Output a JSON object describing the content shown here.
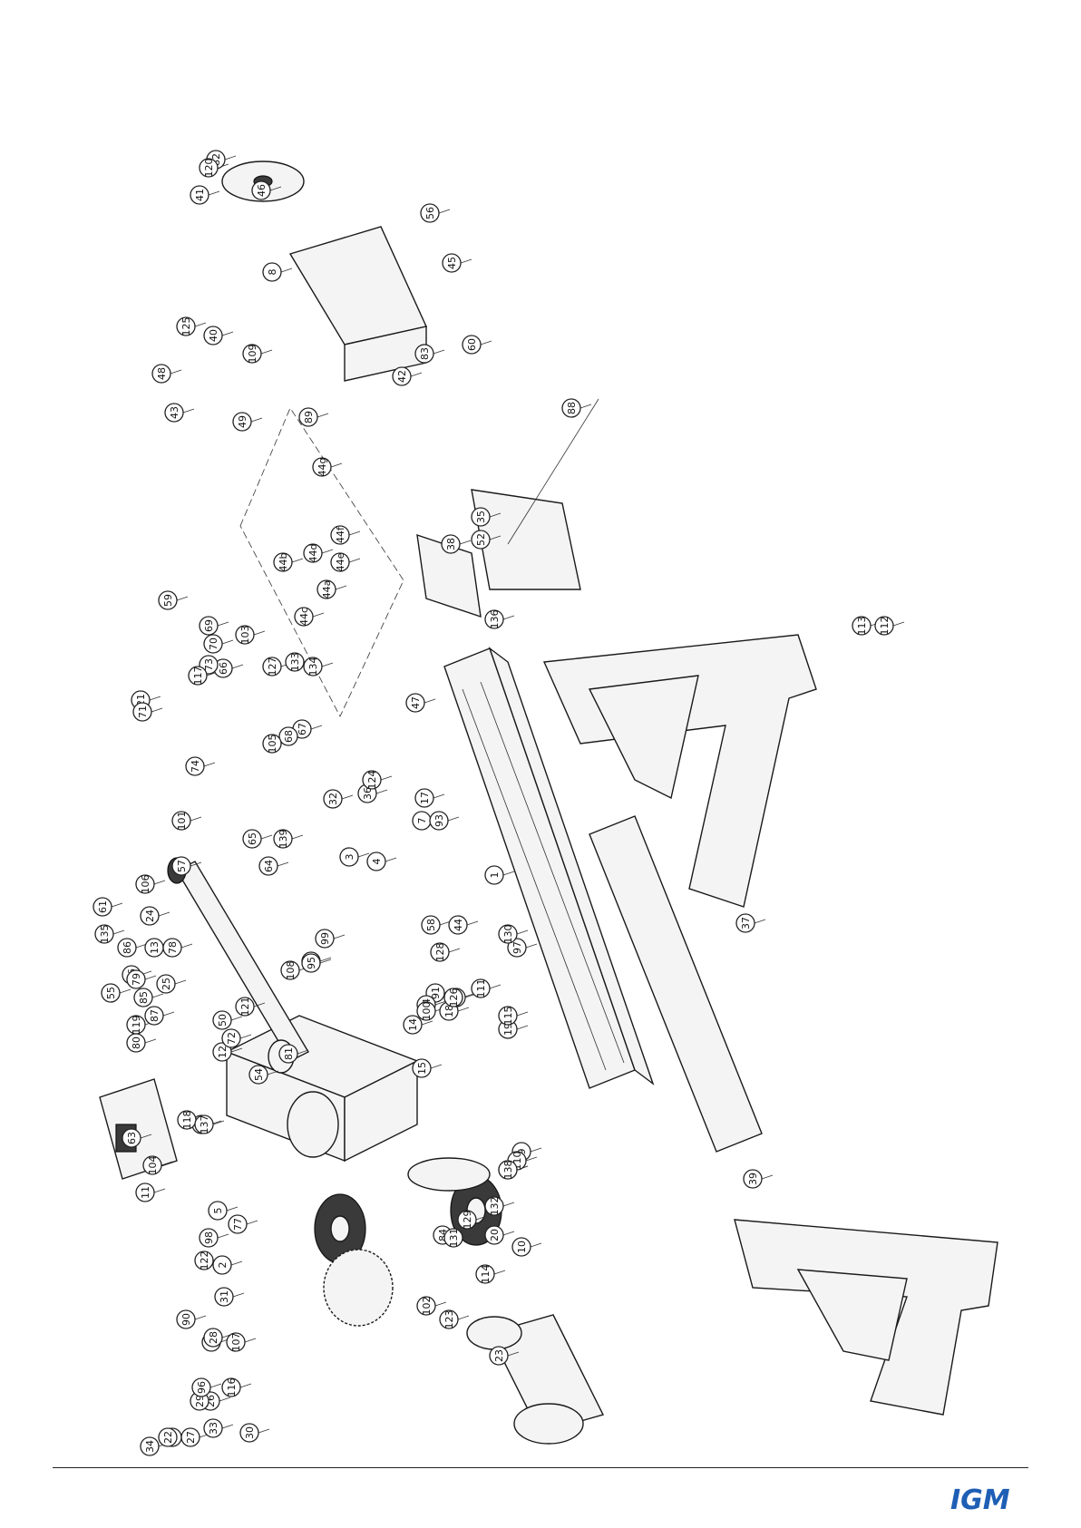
{
  "drawing": {
    "callouts": [
      "1",
      "2",
      "3",
      "4",
      "5",
      "6",
      "7",
      "8",
      "9",
      "10",
      "11",
      "12",
      "13",
      "14",
      "15",
      "16",
      "17",
      "18",
      "19",
      "20",
      "21",
      "22",
      "23",
      "24",
      "25",
      "26",
      "27",
      "28",
      "29",
      "30",
      "31",
      "32",
      "33",
      "34",
      "35",
      "36",
      "37",
      "38",
      "39",
      "40",
      "41",
      "42",
      "43",
      "44",
      "45",
      "46",
      "47",
      "48",
      "49",
      "50",
      "51",
      "52",
      "53",
      "54",
      "55",
      "56",
      "57",
      "58",
      "59",
      "60",
      "61",
      "62",
      "63",
      "64",
      "65",
      "66",
      "67",
      "68",
      "69",
      "70",
      "71",
      "72",
      "73",
      "74",
      "76",
      "77",
      "78",
      "79",
      "80",
      "81",
      "82",
      "83",
      "84",
      "85",
      "86",
      "87",
      "88",
      "89",
      "90",
      "91",
      "92",
      "93",
      "94",
      "95",
      "96",
      "97",
      "98",
      "99",
      "100",
      "101",
      "102",
      "103",
      "104",
      "105",
      "106",
      "107",
      "108",
      "109",
      "110",
      "111",
      "112",
      "113",
      "114",
      "115",
      "116",
      "117",
      "118",
      "119",
      "120",
      "121",
      "122",
      "123",
      "124",
      "125",
      "126",
      "127",
      "128",
      "129",
      "130",
      "131",
      "132",
      "133",
      "134",
      "135",
      "136",
      "137",
      "138",
      "139",
      "44a",
      "44b",
      "44c",
      "44d",
      "44e",
      "44f",
      "44g"
    ]
  },
  "footer": {
    "brand": "IGM"
  }
}
